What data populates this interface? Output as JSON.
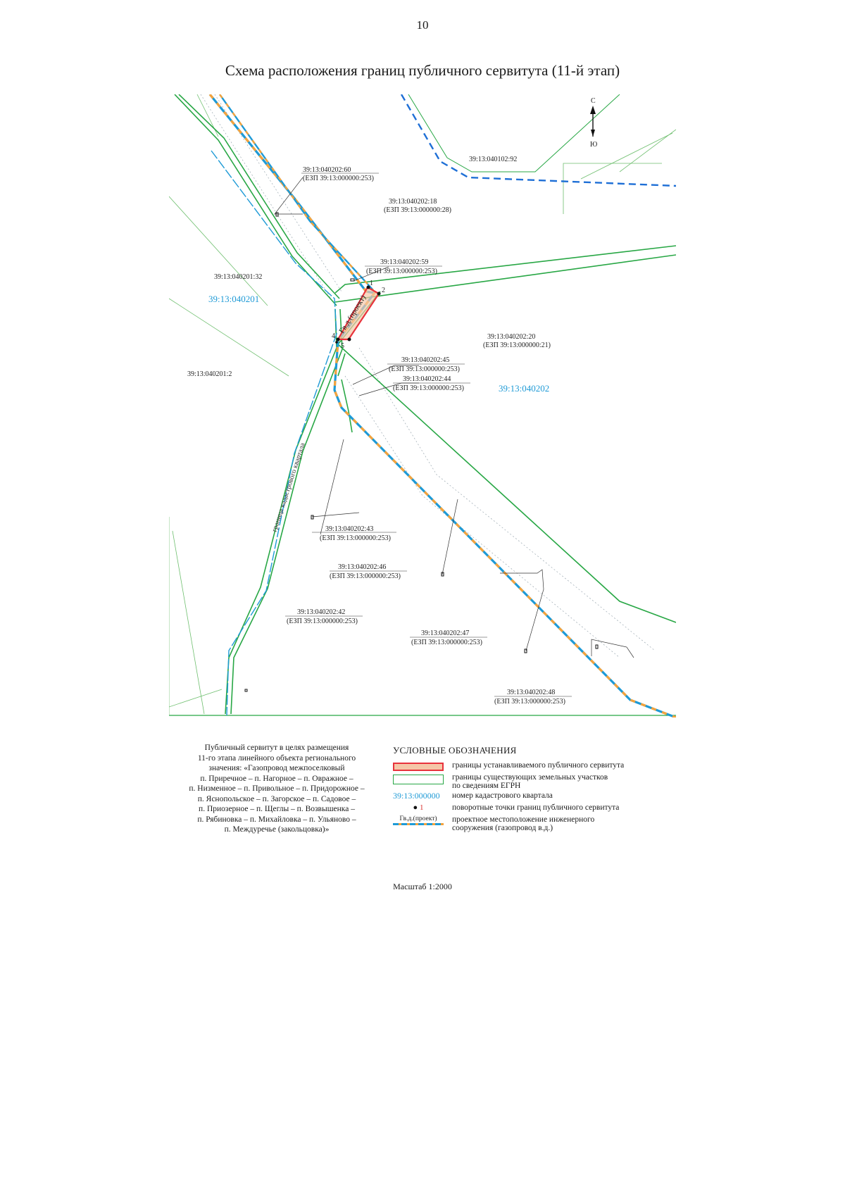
{
  "page": {
    "number": "10",
    "title": "Схема расположения границ публичного сервитута (11-й этап)"
  },
  "map": {
    "compass": {
      "north": "С",
      "south": "Ю"
    },
    "parcels": [
      {
        "id": "p-60",
        "cad": "39:13:040202:60",
        "ezp": "(ЕЗП 39:13:000000:253)"
      },
      {
        "id": "p-18",
        "cad": "39:13:040202:18",
        "ezp": "(ЕЗП 39:13:000000:28)"
      },
      {
        "id": "p-59",
        "cad": "39:13:040202:59",
        "ezp": "(ЕЗП 39:13:000000:253)"
      },
      {
        "id": "p-20",
        "cad": "39:13:040202:20",
        "ezp": "(ЕЗП 39:13:000000:21)"
      },
      {
        "id": "p-45",
        "cad": "39:13:040202:45",
        "ezp": "(ЕЗП 39:13:000000:253)"
      },
      {
        "id": "p-44",
        "cad": "39:13:040202:44",
        "ezp": "(ЕЗП 39:13:000000:253)"
      },
      {
        "id": "p-43",
        "cad": "39:13:040202:43",
        "ezp": "(ЕЗП 39:13:000000:253)"
      },
      {
        "id": "p-46",
        "cad": "39:13:040202:46",
        "ezp": "(ЕЗП 39:13:000000:253)"
      },
      {
        "id": "p-42",
        "cad": "39:13:040202:42",
        "ezp": "(ЕЗП 39:13:000000:253)"
      },
      {
        "id": "p-47",
        "cad": "39:13:040202:47",
        "ezp": "(ЕЗП 39:13:000000:253)"
      },
      {
        "id": "p-48",
        "cad": "39:13:040202:48",
        "ezp": "(ЕЗП 39:13:000000:253)"
      }
    ],
    "plain_parcels": {
      "p92": "39:13:040102:92",
      "p32": "39:13:040201:32",
      "p2": "39:13:040201:2"
    },
    "quarters": {
      "q201": "39:13:040201",
      "q202": "39:13:040202"
    },
    "pipeline_label": "Гв.д.(проект)",
    "boundary_label": "граница кадастрового квартала",
    "turning_points": [
      "1",
      "2",
      "3",
      "4",
      "5"
    ]
  },
  "caption": {
    "lines": [
      "Публичный сервитут в целях размещения",
      "11-го этапа линейного объекта регионального",
      "значения: «Газопровод межпоселковый",
      "п. Приречное – п. Нагорное – п. Овражное –",
      "п. Низменное – п. Привольное – п. Придорожное –",
      "п. Яснопольское – п. Загорское – п. Садовое –",
      "п. Приозерное – п. Щеглы – п. Возвышенка –",
      "п. Рябиновка – п. Михайловка – п. Ульяново –",
      "п. Междуречье (закольцовка)»"
    ]
  },
  "legend": {
    "title": "УСЛОВНЫЕ ОБОЗНАЧЕНИЯ",
    "servitude": "границы устанавливаемого публичного сервитута",
    "parcel_line1": "границы существующих земельных участков",
    "parcel_line2": "по сведениям ЕГРН",
    "quarter_symbol": "39:13:000000",
    "quarter_text": "номер кадастрового квартала",
    "point_symbol": "1",
    "point_text": "поворотные точки границ публичного сервитута",
    "pipe_symbol": "Гв.д.(проект)",
    "pipe_line1": "проектное местоположение инженерного",
    "pipe_line2": "сооружения (газопровод в.д.)"
  },
  "scale": "Масштаб 1:2000",
  "colors": {
    "parcel_boundary": "#28a745",
    "quarter_label": "#1e9ad6",
    "pipeline_blue": "#1e9ad6",
    "pipeline_orange": "#f5a33c",
    "servitude_red": "#e8333c",
    "servitude_fill": "#f5c7a8",
    "cadastral_dashed": "#1e6fd6"
  }
}
